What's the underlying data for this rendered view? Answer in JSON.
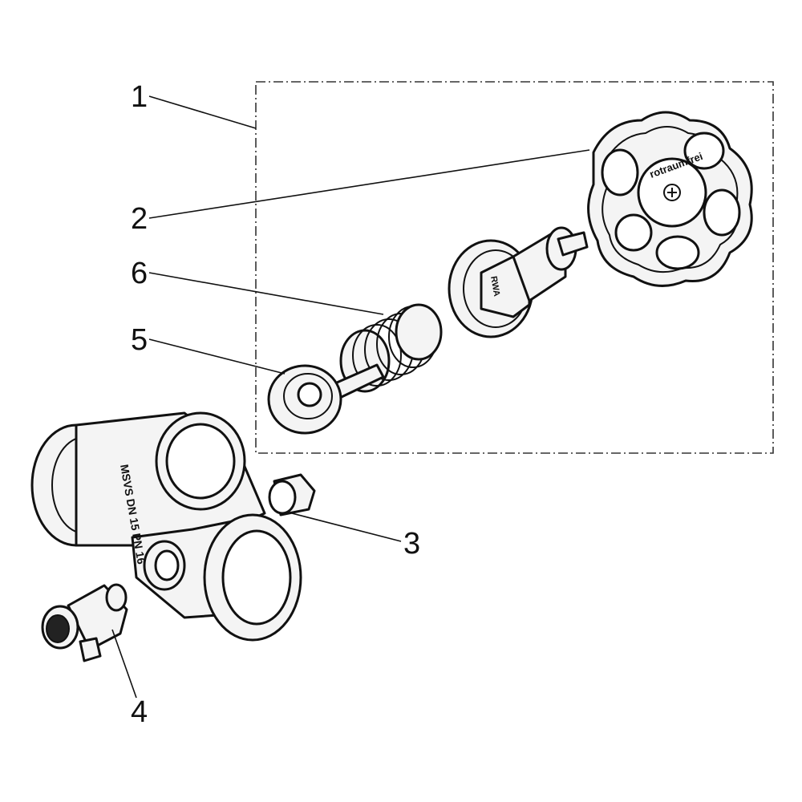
{
  "callouts": [
    {
      "id": "1",
      "label": "1"
    },
    {
      "id": "2",
      "label": "2"
    },
    {
      "id": "3",
      "label": "3"
    },
    {
      "id": "4",
      "label": "4"
    },
    {
      "id": "5",
      "label": "5"
    },
    {
      "id": "6",
      "label": "6"
    }
  ],
  "handwheel": {
    "text": "rotraumfrei"
  },
  "spindle": {
    "text": "RWA"
  },
  "body": {
    "text": "MSVS DN 15 PN 16"
  }
}
